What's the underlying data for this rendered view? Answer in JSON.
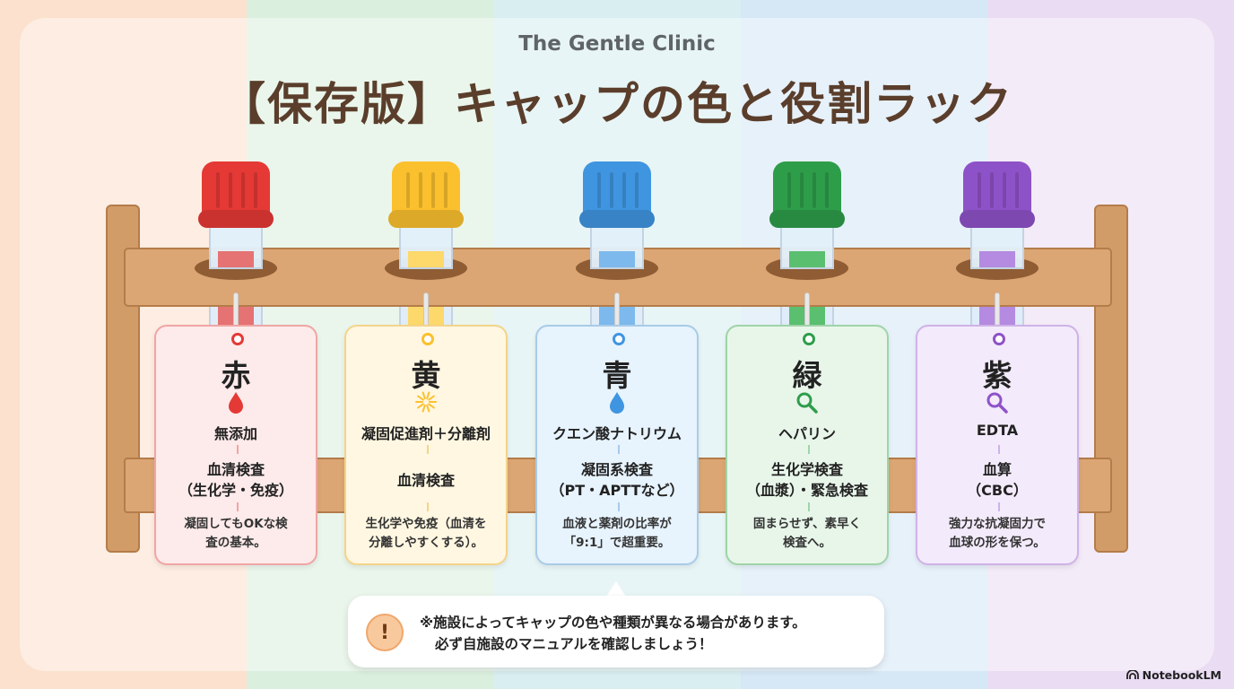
{
  "brand": "The Gentle Clinic",
  "title": "【保存版】キャップの色と役割ラック",
  "background_colors": [
    "#fbe1ce",
    "#dbefdf",
    "#d8eef0",
    "#d6e7f6",
    "#eadcf3"
  ],
  "tubes": [
    {
      "color_name": "赤",
      "cap_color": "#e53935",
      "fill_color": "#e57373",
      "tag_bg": "#fdeaea",
      "tag_border": "#f0a5a5",
      "icon": "drop-icon",
      "additive": "無添加",
      "test_line1": "血清検査",
      "test_line2": "（生化学・免疫）",
      "note_line1": "凝固してもOKな検",
      "note_line2": "査の基本。"
    },
    {
      "color_name": "黄",
      "cap_color": "#fbc02d",
      "fill_color": "#fdd86b",
      "tag_bg": "#fff7e1",
      "tag_border": "#f4d48a",
      "icon": "burst-icon",
      "additive": "凝固促進剤＋分離剤",
      "test_line1": "血清検査",
      "test_line2": "",
      "note_line1": "生化学や免疫（血清を",
      "note_line2": "分離しやすくする）。"
    },
    {
      "color_name": "青",
      "cap_color": "#3f95e0",
      "fill_color": "#7db9ec",
      "tag_bg": "#e7f3fd",
      "tag_border": "#a8cbe9",
      "icon": "drop-icon",
      "additive": "クエン酸ナトリウム",
      "test_line1": "凝固系検査",
      "test_line2": "（PT・APTTなど）",
      "note_line1": "血液と薬剤の比率が",
      "note_line2": "「9:1」で超重要。"
    },
    {
      "color_name": "緑",
      "cap_color": "#2e9d4a",
      "fill_color": "#5bbf70",
      "tag_bg": "#e8f6ea",
      "tag_border": "#9fd4a8",
      "icon": "magnifier-icon",
      "additive": "ヘパリン",
      "test_line1": "生化学検査",
      "test_line2": "（血漿）・緊急検査",
      "note_line1": "固まらせず、素早く",
      "note_line2": "検査へ。"
    },
    {
      "color_name": "紫",
      "cap_color": "#8e52c8",
      "fill_color": "#b48be0",
      "tag_bg": "#f3eafb",
      "tag_border": "#cfb2e8",
      "icon": "magnifier-icon",
      "additive": "EDTA",
      "test_line1": "血算",
      "test_line2": "（CBC）",
      "note_line1": "強力な抗凝固力で",
      "note_line2": "血球の形を保つ。"
    }
  ],
  "callout": {
    "icon": "!",
    "line1": "※施設によってキャップの色や種類が異なる場合があります。",
    "line2": "必ず自施設のマニュアルを確認しましょう！"
  },
  "watermark": "NotebookLM"
}
